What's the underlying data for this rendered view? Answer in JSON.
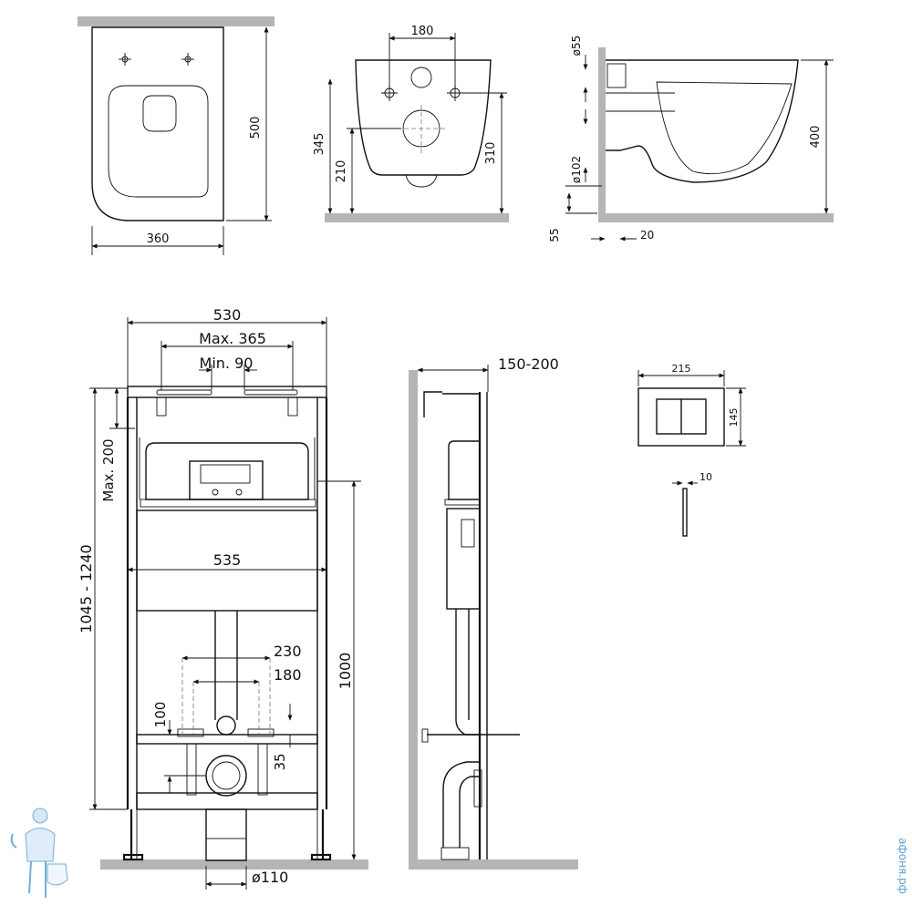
{
  "drawings": {
    "bowl_top": {
      "width": "360",
      "depth": "500"
    },
    "bowl_front": {
      "hole_spacing": "180",
      "height_total": "345",
      "height_lower": "210",
      "height_right": "310"
    },
    "bowl_side": {
      "d_top": "ø55",
      "d_outlet": "ø102",
      "height": "400",
      "floor_gap": "55",
      "wall_gap": "20"
    },
    "frame_front": {
      "width": "530",
      "max_span": "Max. 365",
      "min_span": "Min. 90",
      "max_height_adj": "Max. 200",
      "height_range": "1045 - 1240",
      "tank_width": "535",
      "bolt_outer": "230",
      "bolt_inner": "180",
      "height_100": "100",
      "height_35": "35",
      "height_1000": "1000",
      "drain_d": "ø110"
    },
    "frame_side": {
      "depth_range": "150-200"
    },
    "flush_plate": {
      "width": "215",
      "height": "145",
      "thickness": "10"
    }
  },
  "watermark": {
    "text": "афоня.рф"
  }
}
